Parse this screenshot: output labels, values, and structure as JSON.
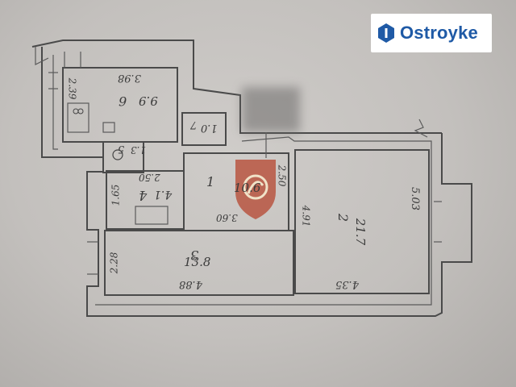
{
  "brand": {
    "logo_text": "Ostroyke",
    "logo_color": "#1f5aa6"
  },
  "watermark": {
    "icon": "stamp-icon",
    "color": "#b5462f"
  },
  "rooms": [
    {
      "number": "1",
      "area": "10.6"
    },
    {
      "number": "2",
      "area": "21.7"
    },
    {
      "number": "3",
      "area": "13.8"
    },
    {
      "number": "4",
      "area": "4.1"
    },
    {
      "number": "5",
      "area": "1.3"
    },
    {
      "number": "6",
      "area": "9.9"
    },
    {
      "number": "7",
      "area": "1.0"
    }
  ],
  "dimensions": {
    "kitchen_top": "3.98",
    "kitchen_side": "2.39",
    "room2_right": "5.03",
    "room2_bottom": "4.35",
    "room2_left": "4.91",
    "room3_bottom": "4.88",
    "room3_left": "2.28",
    "hall_bottom": "3.60",
    "hall_right": "2.50",
    "bath_top": "2.50",
    "bath_left": "1.65"
  }
}
